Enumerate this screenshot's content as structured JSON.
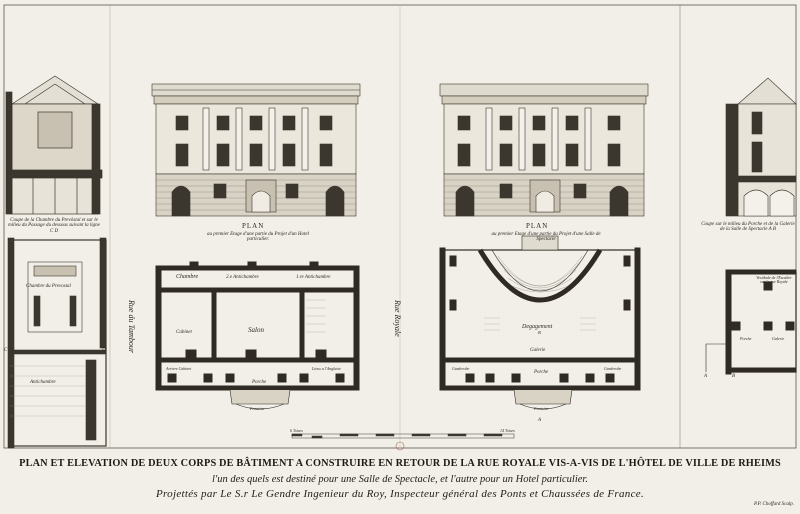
{
  "title": "PLAN ET ELEVATION DE DEUX CORPS DE BÂTIMENT A CONSTRUIRE EN RETOUR DE LA RUE ROYALE VIS-A-VIS DE L'HÔTEL DE VILLE DE RHEIMS",
  "subtitle": "l'un des quels est destiné pour une Salle de Spectacle, et l'autre pour un Hotel particulier.",
  "subtitle2": "Projettés par Le S.r Le Gendre Ingenieur du Roy, Inspecteur général des Ponts et Chaussées de France.",
  "signature": "P.P. Choffard Sculp.",
  "left_section_caption": "Coupe de la Chambre du Prevôstal et sur le milieu du Passage du dessous suivant la ligne C D",
  "right_section_caption": "Coupe sur le milieu du Porche et de la Galerie de la Salle de Spectacle A B",
  "left_plan": {
    "heading": "PLAN",
    "caption": "au premier Etage d'une partie du Projet d'un Hotel particulier.",
    "rooms": {
      "chambre": "Chambre",
      "antichambre2": "2.e Antichambre",
      "antichambre1": "1.re Antichambre",
      "cabinet": "Cabinet",
      "salon": "Salon",
      "arriere_cabinet": "Arriere Cabinet",
      "porche": "Porche",
      "lieux": "Lieux a l'Anglaise",
      "fontaine": "Fontaine"
    }
  },
  "right_plan": {
    "heading": "PLAN",
    "caption": "au premier Etage d'une partie du Projet d'une Salle de Spectacle",
    "rooms": {
      "degagement": "Degagement",
      "galerie": "Galerie",
      "garderobe1": "Garderobe",
      "porche": "Porche",
      "garderobe2": "Garderobe",
      "fontaine": "Fontaine",
      "letter_b": "B",
      "letter_a": "A"
    }
  },
  "far_left_plan": {
    "chambre": "Chambre du Prevostal",
    "antichambre": "Antichambre",
    "letter_c": "C",
    "letter_d": "D"
  },
  "far_right_plan": {
    "vestibule": "Vestibule de l'Escalier sur la rue Royale",
    "porche": "Porche",
    "galerie": "Galerie",
    "letter_a": "A",
    "letter_b": "B"
  },
  "streets": {
    "rue_tambour": "Rue du Tambour",
    "rue_royale": "Rue Royale"
  },
  "scale": {
    "start": "6 Toises",
    "end": "14 Toises"
  }
}
